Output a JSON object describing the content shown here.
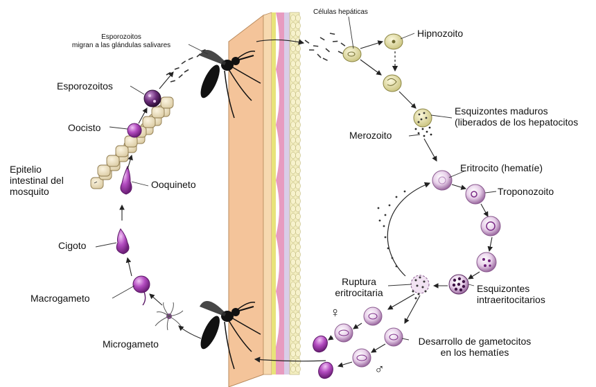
{
  "labels": {
    "esporozoitos_migran_1": "Esporozoitos",
    "esporozoitos_migran_2": "migran a las glándulas salivares",
    "celulas_hepaticas": "Células hepáticas",
    "hipnozoito": "Hipnozoito",
    "esquizontes_maduros_1": "Esquizontes maduros",
    "esquizontes_maduros_2": "(liberados de los hepatocitos",
    "merozoito": "Merozoito",
    "eritrocito": "Eritrocito (hematíe)",
    "troponozoito": "Troponozoito",
    "esquizontes_intra_1": "Esquizontes",
    "esquizontes_intra_2": "intraeritocitarios",
    "ruptura_1": "Ruptura",
    "ruptura_2": "eritrocitaria",
    "desarrollo_1": "Desarrollo de gametocitos",
    "desarrollo_2": "en los hematíes",
    "female_symbol": "♀",
    "male_symbol": "♂",
    "esporozoitos": "Esporozoitos",
    "oocisto": "Oocisto",
    "epitelio_1": "Epitelio",
    "epitelio_2": "intestinal del",
    "epitelio_3": "mosquito",
    "ooquineto": "Ooquineto",
    "cigoto": "Cigoto",
    "macrogameto": "Macrogameto",
    "microgameto": "Microgameto"
  },
  "colors": {
    "skin_outer": "#f4c49a",
    "skin_mid": "#f7d3a8",
    "skin_line": "#c8c86a",
    "vessel_pink": "#e79bc0",
    "vessel_lilac": "#d9cde8",
    "fat_yellow": "#f3eec0",
    "liver_cell": "#ece6a8",
    "rbc_fill": "#e4c9e6",
    "rbc_edge": "#8a5a8f",
    "parasite_purple": "#a23bb0",
    "mosquito": "#111111"
  },
  "icons": [
    "mosquito-icon",
    "liver-cell-icon",
    "red-blood-cell-icon",
    "oocyst-icon",
    "gamete-icon"
  ]
}
